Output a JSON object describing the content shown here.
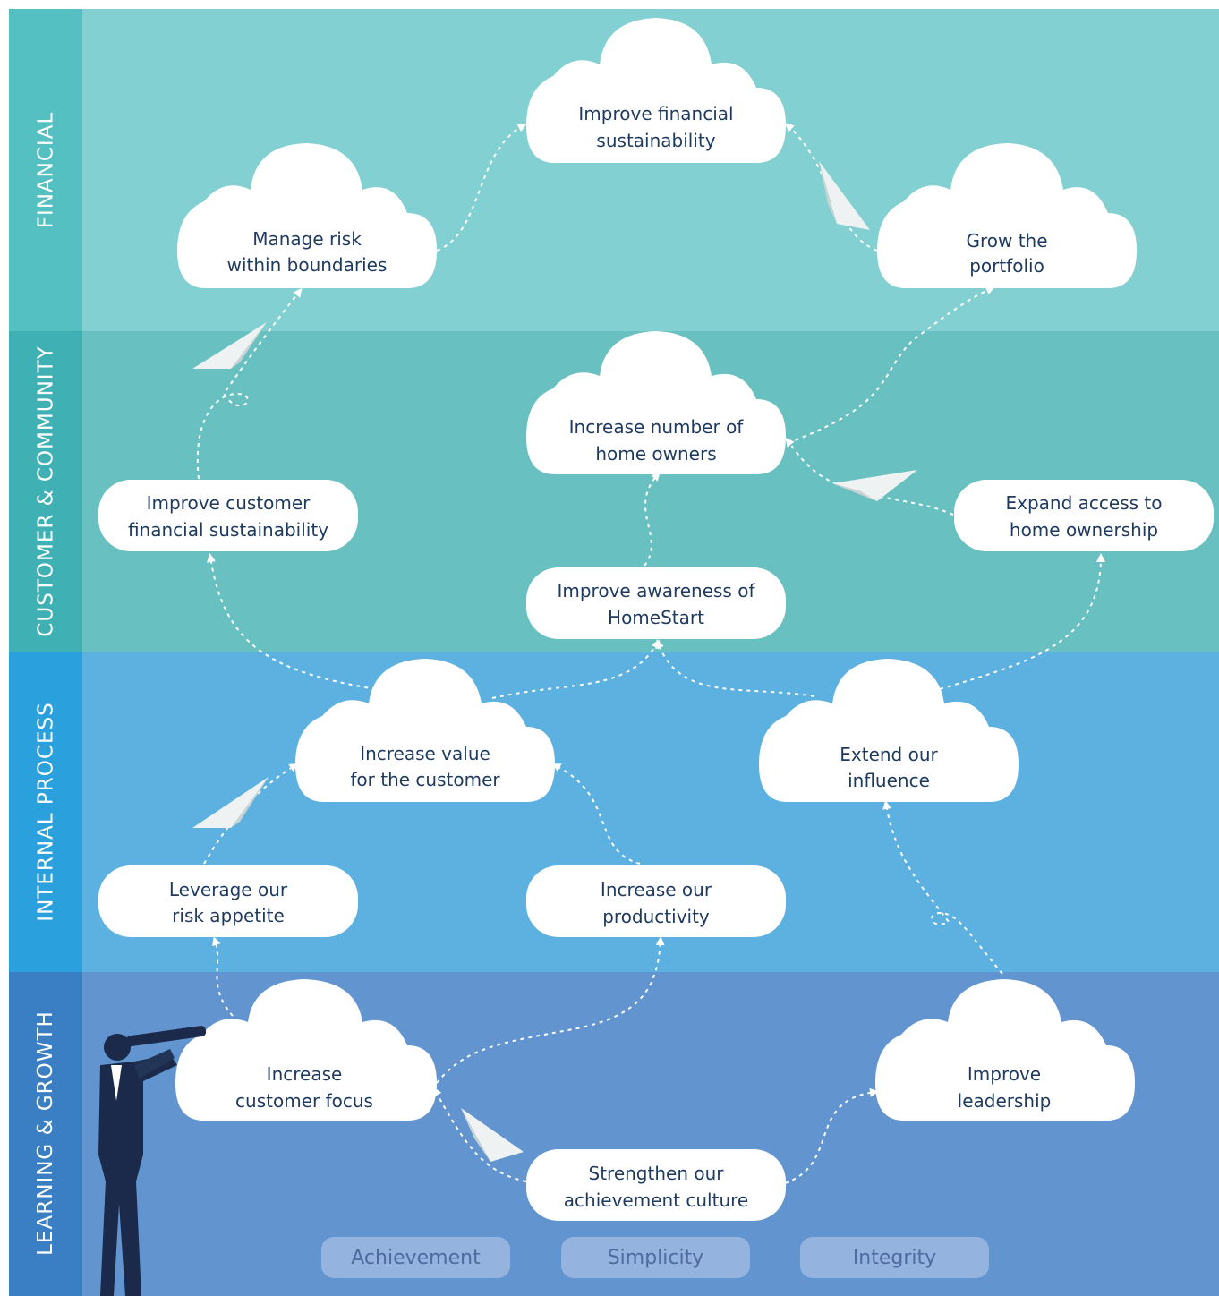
{
  "bands": [
    {
      "id": "financial",
      "label": "FINANCIAL",
      "color": "#82d0d1",
      "label_color": "#54c0c2"
    },
    {
      "id": "customer",
      "label": "CUSTOMER & COMMUNITY",
      "color": "#69c0c1",
      "label_color": "#3fb1b5"
    },
    {
      "id": "internal",
      "label": "INTERNAL PROCESS",
      "color": "#5db1e1",
      "label_color": "#2aa0dc"
    },
    {
      "id": "learning",
      "label": "LEARNING & GROWTH",
      "color": "#6295d0",
      "label_color": "#3a7fc4"
    }
  ],
  "nodes": {
    "improve_financial_sustainability": [
      "Improve financial",
      "sustainability"
    ],
    "manage_risk": [
      "Manage risk",
      "within boundaries"
    ],
    "grow_portfolio": [
      "Grow the",
      "portfolio"
    ],
    "increase_home_owners": [
      "Increase number of",
      "home owners"
    ],
    "improve_customer_financial": [
      "Improve customer",
      "financial sustainability"
    ],
    "expand_access": [
      "Expand access to",
      "home ownership"
    ],
    "improve_awareness": [
      "Improve awareness of",
      "HomeStart"
    ],
    "increase_value": [
      "Increase value",
      "for the customer"
    ],
    "extend_influence": [
      "Extend our",
      "influence"
    ],
    "leverage_risk": [
      "Leverage our",
      "risk appetite"
    ],
    "increase_productivity": [
      "Increase our",
      "productivity"
    ],
    "increase_customer_focus": [
      "Increase",
      "customer focus"
    ],
    "improve_leadership": [
      "Improve",
      "leadership"
    ],
    "strengthen_culture": [
      "Strengthen our",
      "achievement culture"
    ]
  },
  "values": [
    "Achievement",
    "Simplicity",
    "Integrity"
  ],
  "colors": {
    "node_fill": "#ffffff",
    "node_text": "#1e3a5f",
    "arrow": "#ffffff",
    "figure": "#1b2a4a"
  }
}
